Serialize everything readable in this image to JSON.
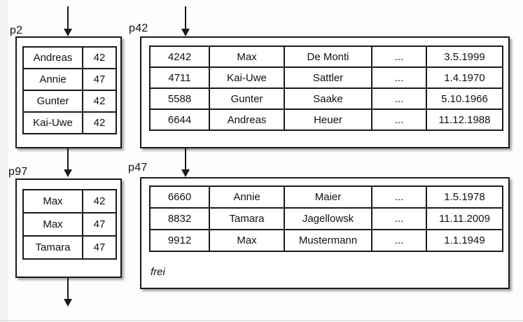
{
  "diagram": {
    "description_colors": {
      "line": "#1a1a1a",
      "background": "#fdfdfd",
      "box_fill": "#ffffff"
    },
    "pages": {
      "p2": {
        "label": "p2",
        "rows": [
          [
            "Andreas",
            "42"
          ],
          [
            "Annie",
            "47"
          ],
          [
            "Gunter",
            "42"
          ],
          [
            "Kai-Uwe",
            "42"
          ]
        ]
      },
      "p42": {
        "label": "p42",
        "rows": [
          [
            "4242",
            "Max",
            "De Monti",
            "...",
            "3.5.1999"
          ],
          [
            "4711",
            "Kai-Uwe",
            "Sattler",
            "...",
            "1.4.1970"
          ],
          [
            "5588",
            "Gunter",
            "Saake",
            "...",
            "5.10.1966"
          ],
          [
            "6644",
            "Andreas",
            "Heuer",
            "...",
            "11.12.1988"
          ]
        ]
      },
      "p97": {
        "label": "p97",
        "rows": [
          [
            "Max",
            "42"
          ],
          [
            "Max",
            "47"
          ],
          [
            "Tamara",
            "47"
          ]
        ]
      },
      "p47": {
        "label": "p47",
        "rows": [
          [
            "6660",
            "Annie",
            "Maier",
            "...",
            "1.5.1978"
          ],
          [
            "8832",
            "Tamara",
            "Jagellowsk",
            "...",
            "11.11.2009"
          ],
          [
            "9912",
            "Max",
            "Mustermann",
            "...",
            "1.1.1949"
          ]
        ],
        "free_label": "frei"
      }
    }
  }
}
